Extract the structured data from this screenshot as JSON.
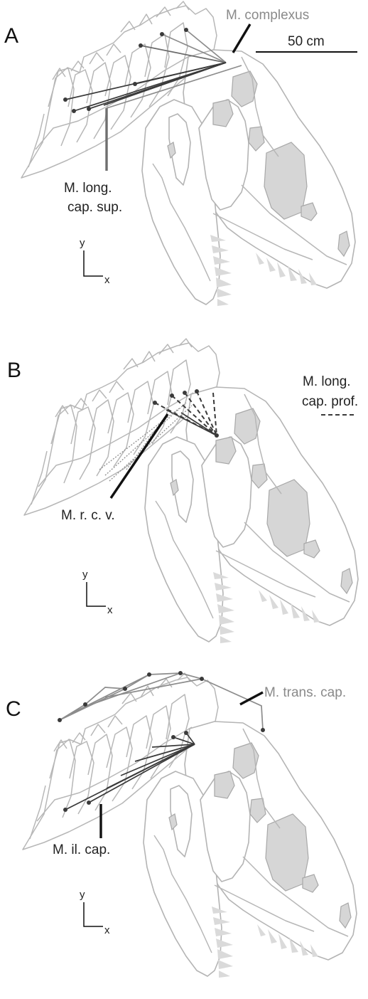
{
  "panels": [
    {
      "letter": "A",
      "labels": {
        "complexus": "M. complexus",
        "long_cap_sup_1": "M. long.",
        "long_cap_sup_2": "cap. sup."
      },
      "scale_bar": "50 cm",
      "axis_y": "y",
      "axis_x": "x"
    },
    {
      "letter": "B",
      "labels": {
        "long_cap_prof_1": "M. long.",
        "long_cap_prof_2": "cap. prof.",
        "rcv": "M. r. c. v."
      },
      "axis_y": "y",
      "axis_x": "x"
    },
    {
      "letter": "C",
      "labels": {
        "trans_cap": "M. trans. cap.",
        "il_cap": "M. il. cap."
      },
      "axis_y": "y",
      "axis_x": "x"
    }
  ],
  "colors": {
    "bone_outline": "#b4b4b4",
    "bone_fill": "#d6d6d6",
    "muscle_dark": "#3a3a3a",
    "muscle_grey": "#8c8c8c",
    "label_grey": "#8a8a8a"
  }
}
